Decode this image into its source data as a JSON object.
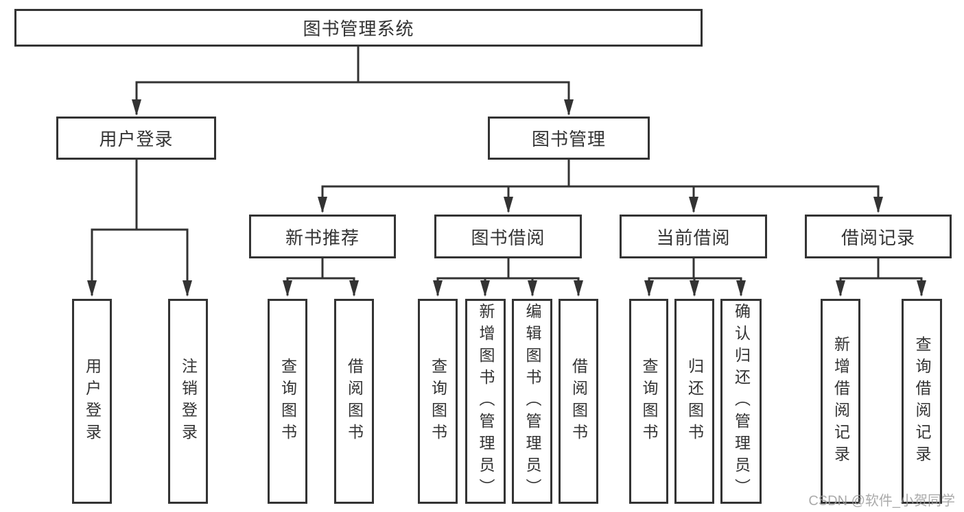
{
  "colors": {
    "line": "#333333",
    "box_fill": "#ffffff",
    "text": "#333333",
    "watermark": "#9c9c9c",
    "background": "#ffffff"
  },
  "diagram": {
    "type": "hierarchy-tree",
    "root": {
      "label": "图书管理系统"
    },
    "branches": [
      {
        "label": "用户登录",
        "children": [
          {
            "label": "用户登录"
          },
          {
            "label": "注销登录"
          }
        ]
      },
      {
        "label": "图书管理",
        "children": [
          {
            "label": "新书推荐",
            "children": [
              {
                "label": "查询图书"
              },
              {
                "label": "借阅图书"
              }
            ]
          },
          {
            "label": "图书借阅",
            "children": [
              {
                "label": "查询图书"
              },
              {
                "label": "新增图书（管理员）"
              },
              {
                "label": "编辑图书（管理员）"
              },
              {
                "label": "借阅图书"
              }
            ]
          },
          {
            "label": "当前借阅",
            "children": [
              {
                "label": "查询图书"
              },
              {
                "label": "归还图书"
              },
              {
                "label": "确认归还（管理员）"
              }
            ]
          },
          {
            "label": "借阅记录",
            "children": [
              {
                "label": "新增借阅记录"
              },
              {
                "label": "查询借阅记录"
              }
            ]
          }
        ]
      }
    ]
  },
  "watermark": {
    "text": "CSDN @软件_小贺同学"
  }
}
